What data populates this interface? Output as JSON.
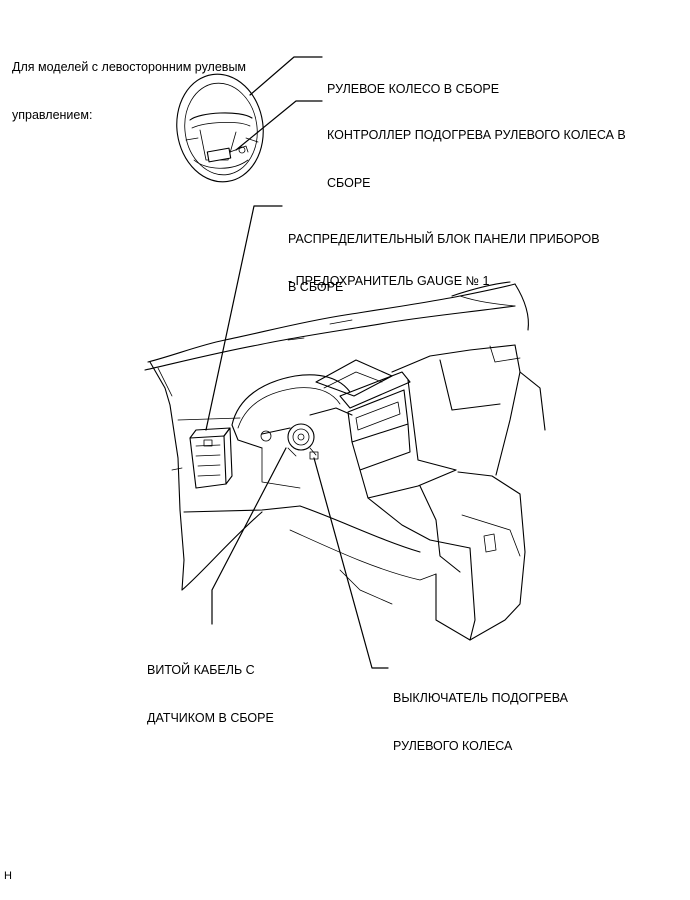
{
  "header_note": {
    "line1": "Для моделей с левосторонним рулевым",
    "line2": "управлением:"
  },
  "labels": {
    "steering_wheel": "РУЛЕВОЕ КОЛЕСО В СБОРЕ",
    "heater_controller": {
      "line1": "КОНТРОЛЛЕР ПОДОГРЕВА РУЛЕВОГО КОЛЕСА В",
      "line2": "СБОРЕ"
    },
    "junction_block": {
      "line1": "РАСПРЕДЕЛИТЕЛЬНЫЙ БЛОК ПАНЕЛИ ПРИБОРОВ",
      "line2": "В СБОРЕ"
    },
    "fuse": "- ПРЕДОХРАНИТЕЛЬ GAUGE № 1",
    "spiral_cable": {
      "line1": "ВИТОЙ КАБЕЛЬ С",
      "line2": "ДАТЧИКОМ В СБОРЕ"
    },
    "heater_switch": {
      "line1": "ВЫКЛЮЧАТЕЛЬ ПОДОГРЕВА",
      "line2": "РУЛЕВОГО КОЛЕСА"
    }
  },
  "corner_mark": "H"
}
